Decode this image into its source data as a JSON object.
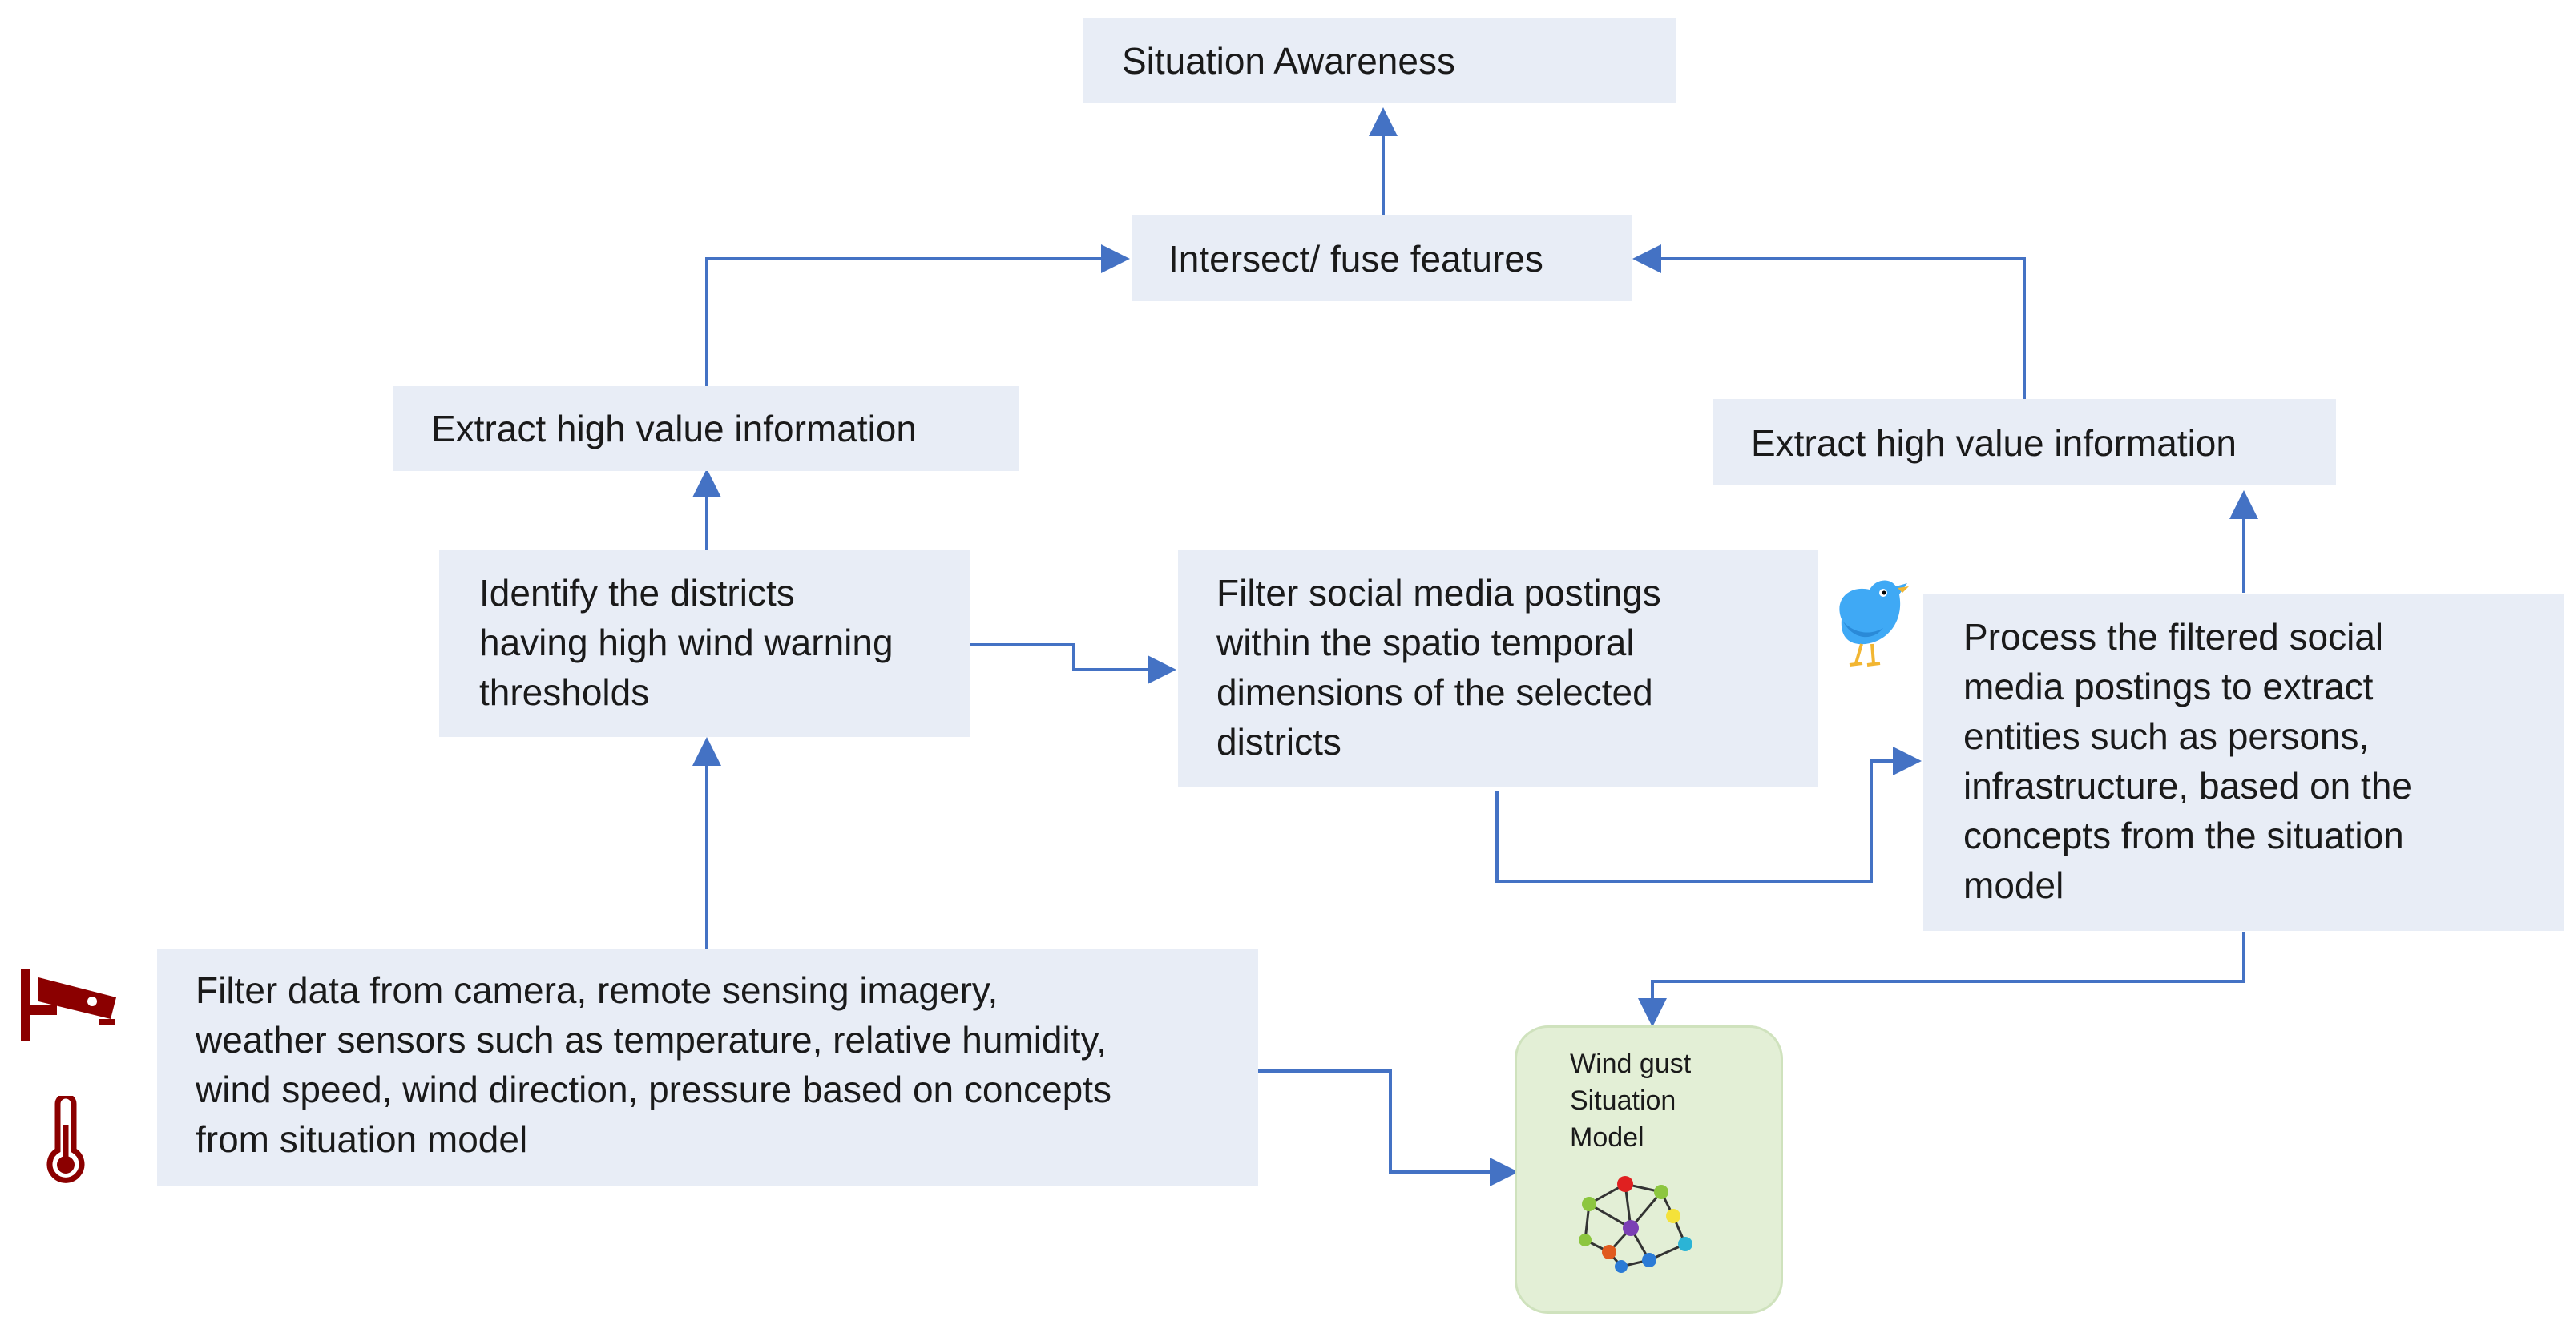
{
  "boxes": {
    "situation_awareness": "Situation Awareness",
    "intersect_fuse": "Intersect/ fuse features",
    "extract_left": "Extract high value information",
    "extract_right": "Extract high value information",
    "identify_districts": [
      "Identify the districts",
      "having high wind warning",
      "thresholds"
    ],
    "filter_social": [
      "Filter social media postings",
      "within the spatio temporal",
      "dimensions of the selected",
      "districts"
    ],
    "process_filtered": [
      "Process the filtered social",
      "media postings to extract",
      "entities such as persons,",
      "infrastructure, based on the",
      "concepts from the situation",
      "model"
    ],
    "filter_data": [
      "Filter data from camera, remote sensing imagery,",
      "weather sensors  such as temperature, relative humidity,",
      "wind speed, wind direction, pressure based on concepts",
      "from  situation model"
    ]
  },
  "model": {
    "label": [
      "Wind gust",
      "Situation",
      "Model"
    ]
  },
  "icons": [
    "camera-icon",
    "thermometer-icon",
    "twitter-bird-icon",
    "graph-network-icon"
  ],
  "colors": {
    "box_fill": "#e8edf6",
    "connector": "#4472c4",
    "model_fill": "#e3efd6",
    "icon_dark_red": "#8b0000"
  }
}
